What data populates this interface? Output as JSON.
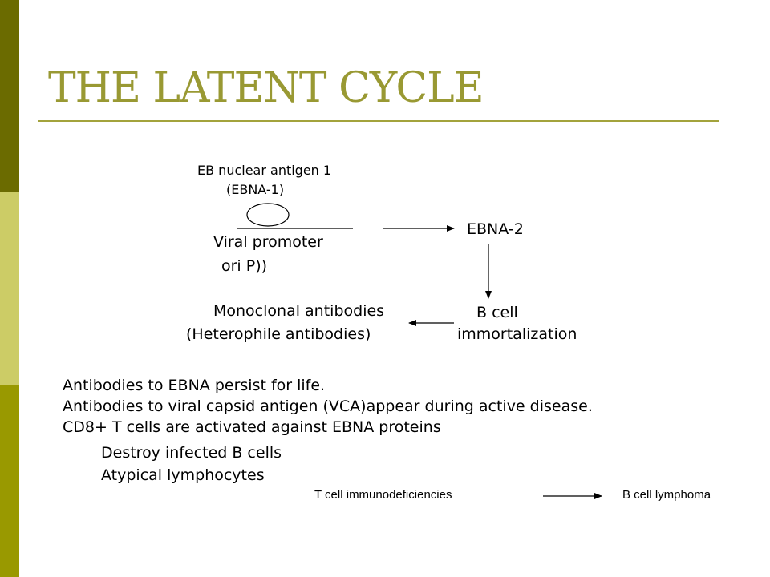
{
  "slide": {
    "title": "THE LATENT CYCLE",
    "colors": {
      "bar_top": "#6b6b00",
      "bar_mid": "#cccc66",
      "bar_bot": "#999900",
      "title": "#999933",
      "rule": "#a3a33c"
    }
  },
  "diagram": {
    "ebna1_line1": "EB nuclear antigen 1",
    "ebna1_line2": "(EBNA-1)",
    "viral_promoter": "Viral promoter",
    "ori_p": "ori P))",
    "ebna2": "EBNA-2",
    "b_cell_line1": "B cell",
    "b_cell_line2": "immortalization",
    "monoclonal": "Monoclonal antibodies",
    "heterophile": "(Heterophile antibodies)"
  },
  "body": {
    "line1": "Antibodies to EBNA persist for life.",
    "line2": "Antibodies to viral capsid antigen (VCA)appear during active disease.",
    "line3": "CD8+ T cells are activated against EBNA proteins",
    "line4": "Destroy infected B cells",
    "line5": "Atypical lymphocytes"
  },
  "footer": {
    "t_cell": "T cell immunodeficiencies",
    "b_cell_lymphoma": "B cell lymphoma"
  }
}
